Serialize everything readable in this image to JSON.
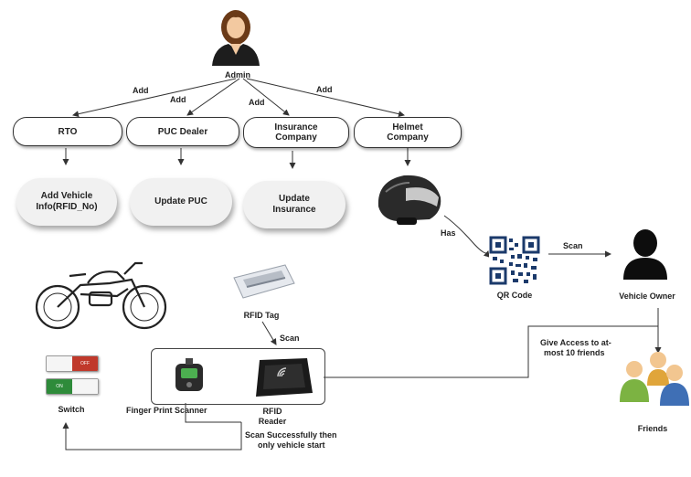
{
  "admin": {
    "label": "Admin"
  },
  "edges": {
    "add_1": "Add",
    "add_2": "Add",
    "add_3": "Add",
    "add_4": "Add",
    "has": "Has",
    "scan_qr": "Scan",
    "scan_rfid": "Scan"
  },
  "entities": {
    "rto": "RTO",
    "puc_dealer": "PUC Dealer",
    "insurance_company_1": "Insurance",
    "insurance_company_2": "Company",
    "helmet_company_1": "Helmet",
    "helmet_company_2": "Company"
  },
  "actions": {
    "add_vehicle_1": "Add Vehicle",
    "add_vehicle_2": "Info(RFID_No)",
    "update_puc": "Update PUC",
    "update_insurance_1": "Update",
    "update_insurance_2": "Insurance"
  },
  "devices": {
    "qr_code": "QR Code",
    "vehicle_owner": "Vehicle Owner",
    "rfid_tag": "RFID Tag",
    "finger_print_scanner": "Finger Print Scanner",
    "rfid_reader_1": "RFID",
    "rfid_reader_2": "Reader",
    "switch": "Switch",
    "friends": "Friends",
    "switch_off": "OFF",
    "switch_on": "ON"
  },
  "notes": {
    "give_access_1": "Give Access to at-",
    "give_access_2": "most 10 friends",
    "scan_success_1": "Scan Successfully then",
    "scan_success_2": "only vehicle start"
  },
  "colors": {
    "line": "#333333",
    "switch_red": "#c0392b",
    "switch_green": "#2e8b3a",
    "friend_green": "#7cb342",
    "friend_blue": "#3f6fb5",
    "friend_skin": "#f2c690"
  },
  "icons": [
    "admin-woman-icon",
    "helmet-icon",
    "qr-code-icon",
    "person-icon",
    "motorcycle-icon",
    "rfid-tag-icon",
    "fingerprint-scanner-icon",
    "rfid-reader-icon",
    "friends-icon"
  ]
}
